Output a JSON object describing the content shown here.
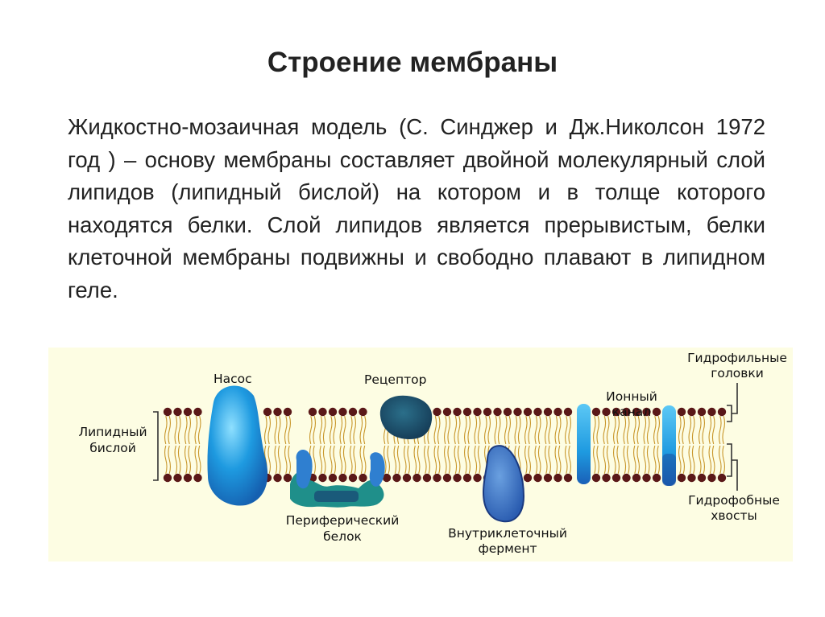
{
  "slide": {
    "title": "Строение мембраны",
    "paragraph": "Жидкостно-мозаичная модель (С. Синджер и Дж.Николсон 1972 год ) – основу мембраны составляет двойной молекулярный слой липидов (липидный бислой) на котором и в толще которого находятся белки. Слой липидов является прерывистым, белки клеточной мембраны подвижны и свободно плавают в липидном геле."
  },
  "diagram": {
    "labels": {
      "pump": "Насос",
      "receptor": "Рецептор",
      "ion_channel": [
        "Ионный",
        "канал"
      ],
      "hydrophilic_heads": [
        "Гидрофильные",
        "головки"
      ],
      "lipid_bilayer": [
        "Липидный",
        "бислой"
      ],
      "hydrophobic_tails": [
        "Гидрофобные",
        "хвосты"
      ],
      "peripheral_protein": [
        "Периферический",
        "белок"
      ],
      "intracellular_enzyme": [
        "Внутриклеточный",
        "фермент"
      ]
    },
    "colors": {
      "background": "#fdfde3",
      "lipid_head": "#5a1818",
      "lipid_tail": "#c8962a",
      "protein_light": "#1e9ae0",
      "protein_mid": "#2770c0",
      "protein_dark": "#1a3a66",
      "peripheral_teal": "#1f8f8a"
    }
  }
}
